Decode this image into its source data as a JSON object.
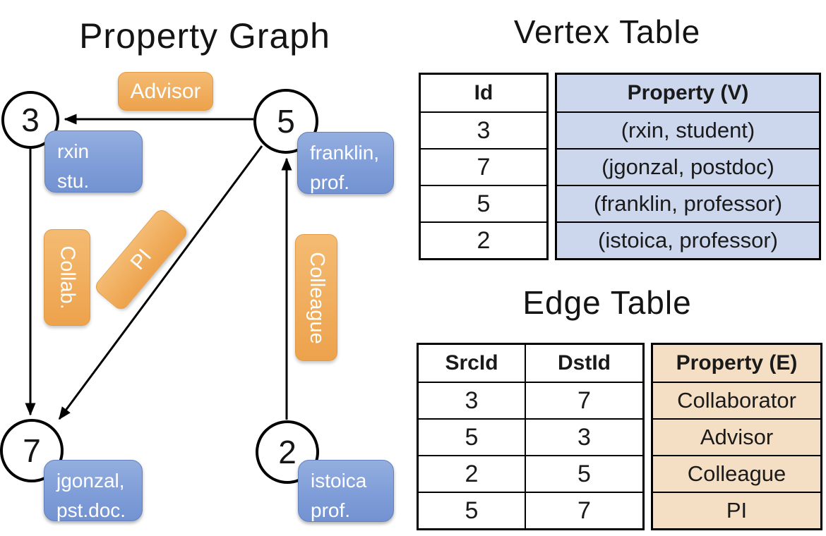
{
  "graph": {
    "title": "Property Graph",
    "nodes": {
      "n3": {
        "id": "3",
        "line1": "rxin",
        "line2": "stu."
      },
      "n5": {
        "id": "5",
        "line1": "franklin,",
        "line2": "prof."
      },
      "n7": {
        "id": "7",
        "line1": "jgonzal,",
        "line2": "pst.doc."
      },
      "n2": {
        "id": "2",
        "line1": "istoica",
        "line2": "prof."
      }
    },
    "edge_labels": {
      "advisor": "Advisor",
      "collab": "Collab.",
      "pi": "PI",
      "colleague": "Colleague"
    }
  },
  "vertex_table": {
    "title": "Vertex Table",
    "columns": {
      "id": "Id",
      "property": "Property (V)"
    },
    "rows": [
      {
        "id": "3",
        "property": "(rxin, student)"
      },
      {
        "id": "7",
        "property": "(jgonzal, postdoc)"
      },
      {
        "id": "5",
        "property": "(franklin, professor)"
      },
      {
        "id": "2",
        "property": "(istoica, professor)"
      }
    ]
  },
  "edge_table": {
    "title": "Edge Table",
    "columns": {
      "src": "SrcId",
      "dst": "DstId",
      "property": "Property (E)"
    },
    "rows": [
      {
        "src": "3",
        "dst": "7",
        "property": "Collaborator"
      },
      {
        "src": "5",
        "dst": "3",
        "property": "Advisor"
      },
      {
        "src": "2",
        "dst": "5",
        "property": "Colleague"
      },
      {
        "src": "5",
        "dst": "7",
        "property": "PI"
      }
    ]
  },
  "colors": {
    "vertex_property_fill": "#ccd7ee",
    "edge_property_fill": "#f5dfc4",
    "vertex_label_box": "#7f9dd8",
    "edge_label_box": "#eda24c",
    "line_color": "#000000"
  }
}
